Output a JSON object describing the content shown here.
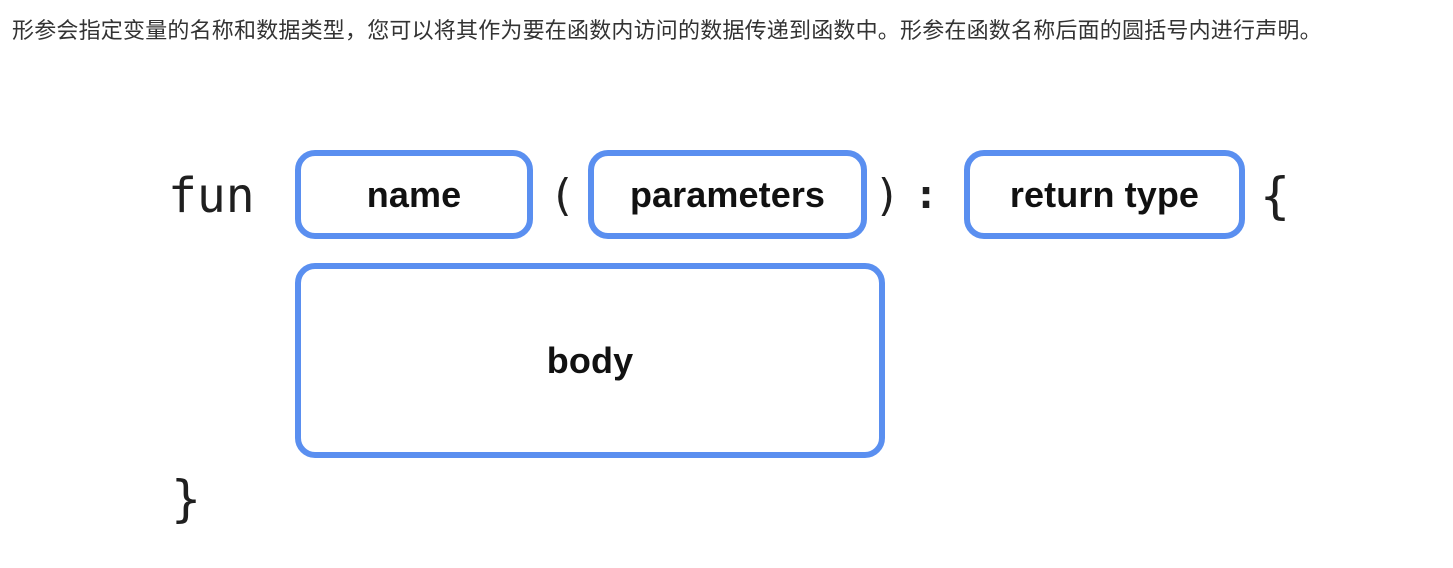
{
  "intro": {
    "text": "形参会指定变量的名称和数据类型，您可以将其作为要在函数内访问的数据传递到函数中。形参在函数名称后面的圆括号内进行声明。"
  },
  "diagram": {
    "keyword": "fun",
    "name_label": "name",
    "open_paren": "(",
    "parameters_label": "parameters",
    "close_paren": ")",
    "colon": ":",
    "return_type_label": "return type",
    "open_brace": "{",
    "body_label": "body",
    "close_brace": "}",
    "accent_color": "#5a8ff0"
  }
}
